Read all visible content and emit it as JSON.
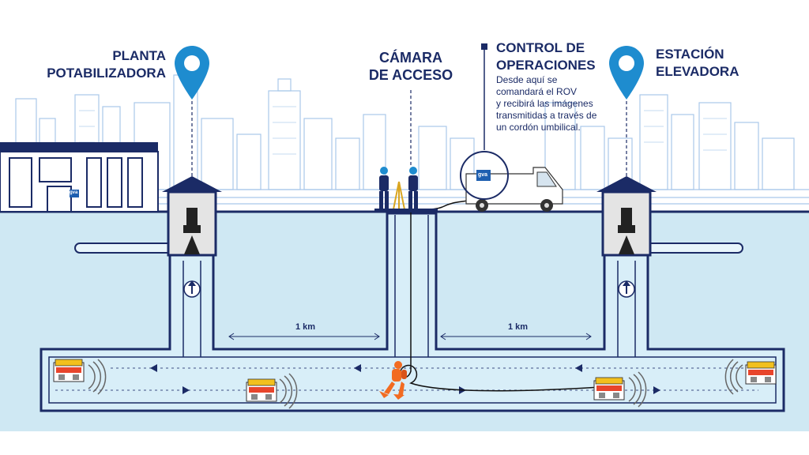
{
  "labels": {
    "planta": [
      "PLANTA",
      "POTABILIZADORA"
    ],
    "camara": [
      "CÁMARA",
      "DE ACCESO"
    ],
    "control": [
      "CONTROL DE",
      "OPERACIONES"
    ],
    "estacion": [
      "ESTACIÓN",
      "ELEVADORA"
    ]
  },
  "control_description": [
    "Desde aquí se",
    "comandará el ROV",
    "y recibirá las imágenes",
    "transmitidas a través de",
    "un cordón umbilical."
  ],
  "distances": {
    "left": "1 km",
    "right": "1 km"
  },
  "logo_text": "gva",
  "icons": [
    "location-pin-icon",
    "diver-icon",
    "rov-icon",
    "arrow-left-icon",
    "arrow-right-icon",
    "arrow-up-icon",
    "van-icon",
    "worker-icon"
  ],
  "colors": {
    "navy": "#1b2b66",
    "pipe": "#d6ecf6",
    "ground": "#cde6f1",
    "accent": "#1e8ccf",
    "diver": "#f26b21",
    "city": "#9fc2e6"
  }
}
